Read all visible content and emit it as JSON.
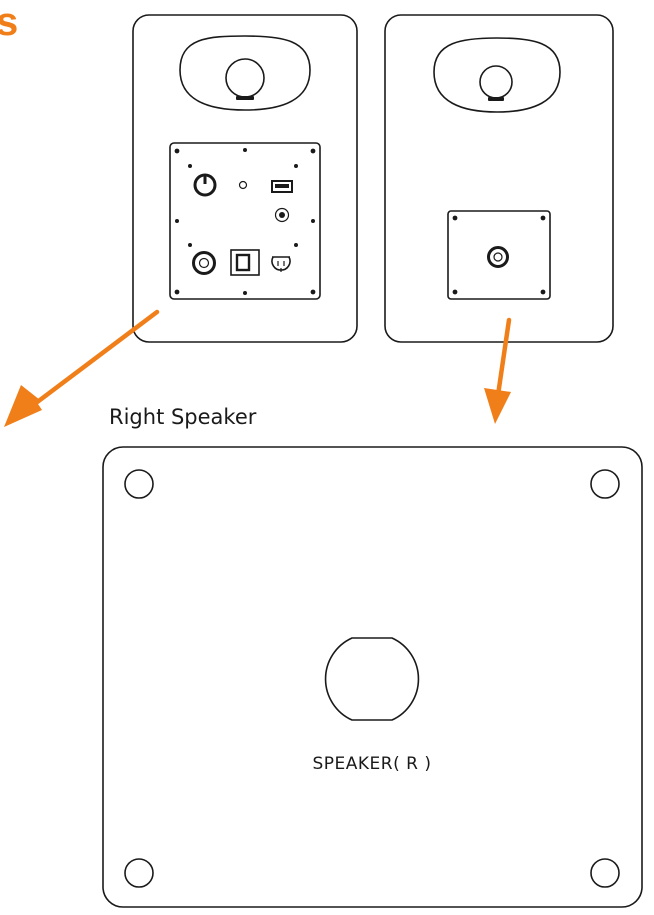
{
  "heading_fragment": "s",
  "detail_caption": "Right Speaker",
  "terminal_label": "SPEAKER( R )",
  "colors": {
    "accent": "#F07F1A",
    "outline": "#1a1a1a",
    "background": "#ffffff"
  }
}
